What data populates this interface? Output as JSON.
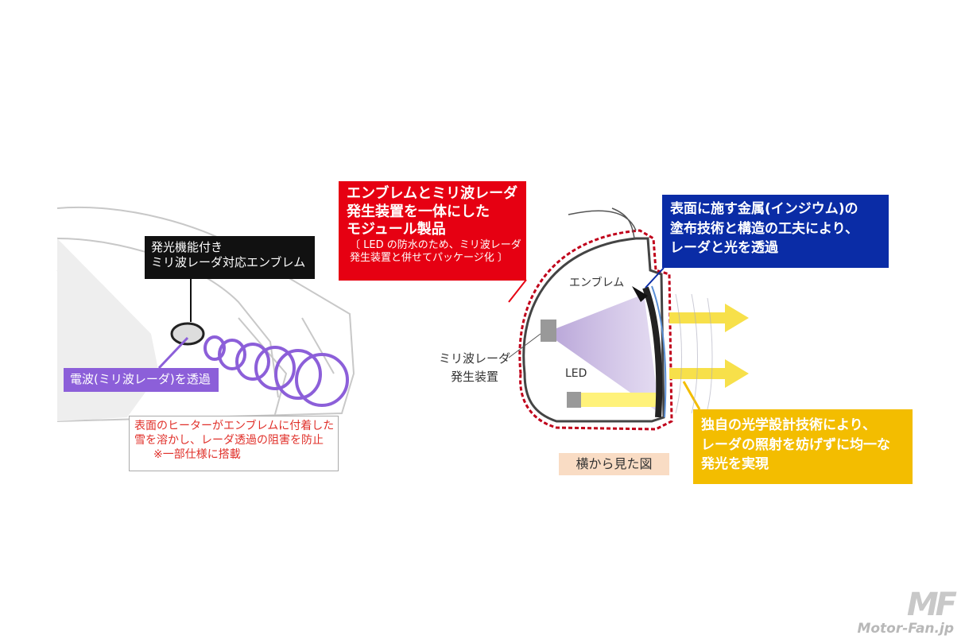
{
  "left_diagram": {
    "emblem_label": [
      "発光機能付き",
      "ミリ波レーダ対応エンブレム"
    ],
    "radar_label": "電波(ミリ波レーダ)を透過",
    "heater_note": [
      "表面のヒーターがエンブレムに付着した",
      "雪を溶かし、レーダ透過の阻害を防止",
      "※一部仕様に搭載"
    ]
  },
  "right_diagram": {
    "module_box": {
      "title": [
        "エンブレムとミリ波レーダ",
        "発生装置を一体にした",
        "モジュール製品"
      ],
      "sub": [
        "〔 LED の防水のため、ミリ波レーダ",
        "発生装置と併せてパッケージ化 〕"
      ]
    },
    "metal_box": [
      "表面に施す金属(インジウム)の",
      "塗布技術と構造の工夫により、",
      "レーダと光を透過"
    ],
    "optical_box": [
      "独自の光学設計技術により、",
      "レーダの照射を妨げずに均一な",
      "発光を実現"
    ],
    "emblem_label": "エンブレム",
    "led_label": "LED",
    "radar_device_label": [
      "ミリ波レーダ",
      "発生装置"
    ],
    "caption": "横から見た図"
  },
  "colors": {
    "red": "#e60012",
    "blue": "#0a2ca6",
    "yellow": "#f3bd00",
    "purple": "#8c5fd9"
  },
  "logo": {
    "mark": "MF",
    "text": "Motor-Fan.jp"
  }
}
